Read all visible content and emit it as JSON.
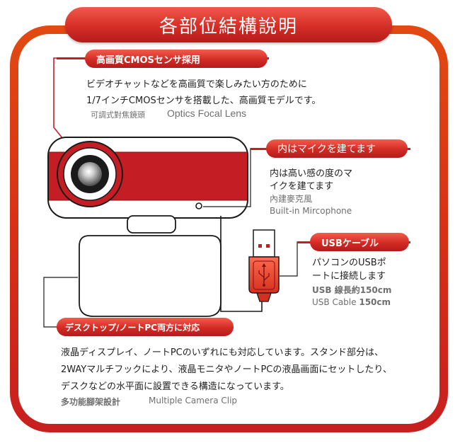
{
  "title": "各部位結構說明",
  "sections": {
    "sensor": {
      "heading": "高画質CMOSセンサ採用",
      "line1": "ビデオチャットなどを高画質で楽しみたい方のために",
      "line2": "1/7インチCMOSセンサを搭載した、高画質モデルです。",
      "label_cn": "可調式對焦鏡頭",
      "label_en": "Optics Focal Lens"
    },
    "mic": {
      "heading": "内はマイクを建てます",
      "line1": "内は高い感の度のマ",
      "line2": "イクを建てます",
      "label_cn": "內建麥克風",
      "label_en": "Built-in Mircophone"
    },
    "usb": {
      "heading": "USBケーブル",
      "line1": "パソコンのUSBポ",
      "line2": "ートに接続します",
      "label_cn": "USB 線長約150cm",
      "label_en_prefix": "USB Cable",
      "label_en_value": "150cm"
    },
    "stand": {
      "heading": "デスクトップ/ノートPC両方に対応",
      "line1": "液晶ディスプレイ、ノートPCのいずれにも対応しています。スタンド部分は、",
      "line2": "2WAYマルチフックにより、液晶モニタやノートPCの液晶画面にセットしたり、",
      "line3": "デスクなどの水平面に設置できる構造になっています。",
      "label_cn": "多功能腳架設計",
      "label_en": "Multiple Camera Clip"
    }
  },
  "colors": {
    "accent_red": "#c51d24",
    "frame_orange": "#e24a12",
    "text": "#222222",
    "caption_gray": "#6f6f6f"
  },
  "icons": [
    "camera-lens-icon",
    "mic-hole-icon",
    "usb-plug-icon",
    "usb-symbol-icon"
  ]
}
